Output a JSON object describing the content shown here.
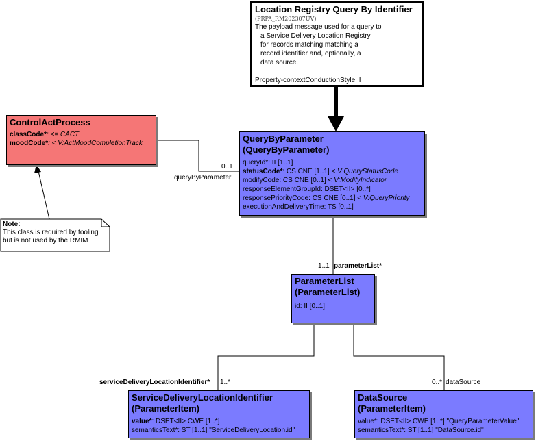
{
  "entry_point": {
    "title": "Location Registry Query By Identifier",
    "id": "(PRPA_RM202307UV)",
    "description_lines": [
      "The payload message used for a query to",
      "a Service Delivery Location Registry",
      "for records matching matching a",
      "record identifier and, optionally, a",
      "data source."
    ],
    "property": "Property-contextConductionStyle: I"
  },
  "control_act": {
    "title": "ControlActProcess",
    "attr1_name": "classCode*",
    "attr1_value": ": <= CACT",
    "attr2_name": "moodCode*",
    "attr2_value": ": < V:ActMoodCompletionTrack"
  },
  "note": {
    "heading": "Note:",
    "line1": "This class is required by tooling",
    "line2": "but is not used by the RMIM"
  },
  "query_by_parameter": {
    "title1": "QueryByParameter",
    "title2": "(QueryByParameter)",
    "a1": "queryId*: II [1..1]",
    "a2_name": "statusCode*",
    "a2_value": ": CS CNE [1..1] < ",
    "a2_domain": "V:QueryStatusCode",
    "a3_value": "modifyCode: CS CNE [0..1] < ",
    "a3_domain": "V:ModifyIndicator",
    "a4": "responseElementGroupId: DSET<II> [0..*]",
    "a5_value": "responsePriorityCode: CS CNE [0..1] < ",
    "a5_domain": "V:QueryPriority",
    "a6": "executionAndDeliveryTime: TS [0..1]"
  },
  "parameter_list": {
    "title1": "ParameterList",
    "title2": "(ParameterList)",
    "a1": "id: II [0..1]"
  },
  "sdl_identifier": {
    "title1": "ServiceDeliveryLocationIdentifier",
    "title2": "(ParameterItem)",
    "a1_name": "value*",
    "a1_value": ": DSET<II> CWE [1..*]",
    "a2": "semanticsText*: ST [1..1] \"ServiceDeliveryLocation.id\""
  },
  "data_source": {
    "title1": "DataSource",
    "title2": "(ParameterItem)",
    "a1": "value*: DSET<II> CWE [1..*] \"QueryParameterValue\"",
    "a2": "semanticsText*: ST [1..1] \"DataSource.id\""
  },
  "labels": {
    "qbp_mult": "0..1",
    "qbp_role": "queryByParameter",
    "pl_mult": "1..1",
    "pl_role": "parameterList*",
    "sdl_role": "serviceDeliveryLocationIdentifier*",
    "sdl_mult": "1..*",
    "ds_mult": "0..*",
    "ds_role": "dataSource"
  }
}
